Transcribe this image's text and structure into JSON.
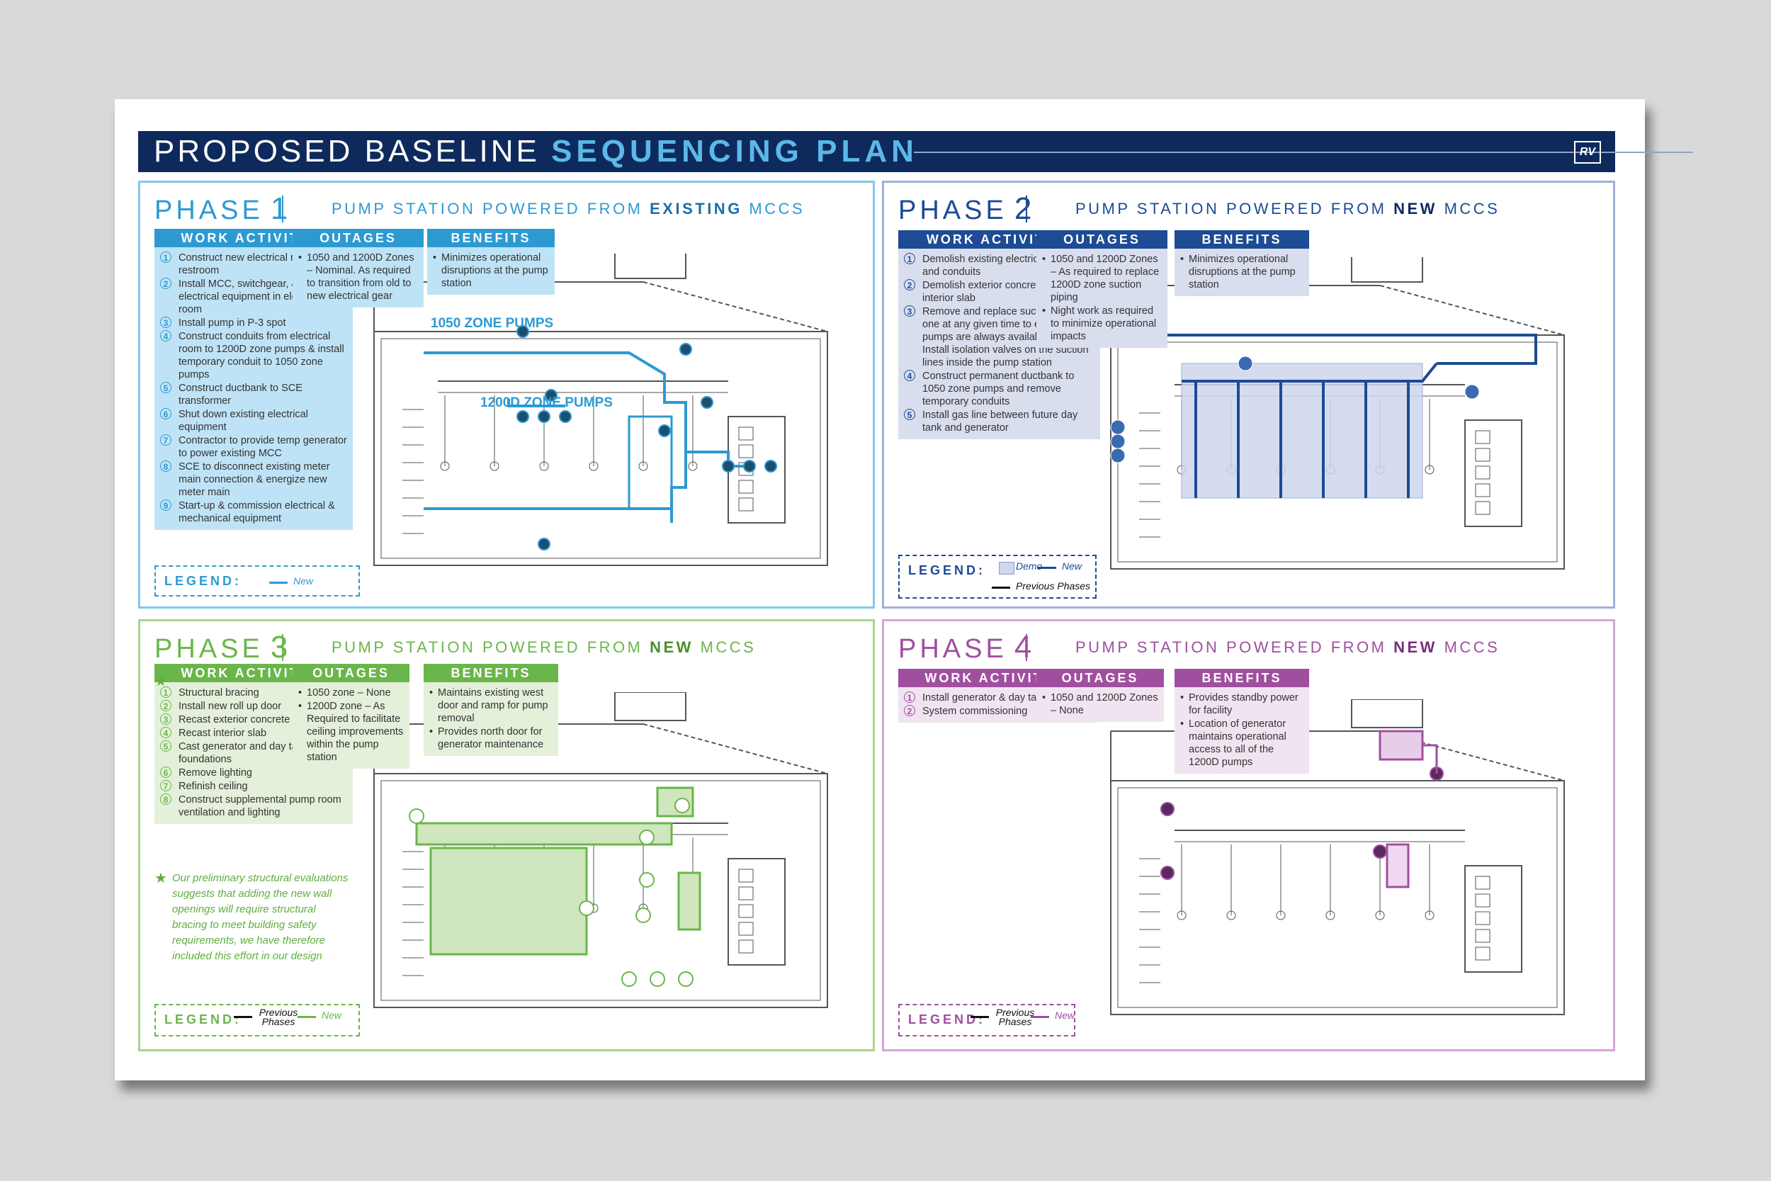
{
  "title": {
    "light": "PROPOSED BASELINE ",
    "bold": "SEQUENCING PLAN",
    "logo": "RV"
  },
  "phases": [
    {
      "title": "PHASE",
      "number": "1",
      "subtitle_pre": "PUMP STATION POWERED FROM ",
      "subtitle_bold": "EXISTING",
      "subtitle_post": " MCCS",
      "color": "#2c9ad1",
      "light": "#bfe3f6",
      "work_head": "WORK ACTIVITIES",
      "work": [
        "Construct new electrical room & restroom",
        "Install MCC, switchgear, & ancillary electrical equipment in electrical room",
        "Install pump in P-3 spot",
        "Construct conduits from electrical room to 1200D zone pumps & install temporary conduit to 1050 zone pumps",
        "Construct ductbank to SCE transformer",
        "Shut down existing electrical equipment",
        "Contractor to provide temp generator to power existing MCC",
        "SCE to disconnect existing meter main connection & energize new meter main",
        "Start-up & commission electrical & mechanical equipment"
      ],
      "outages_head": "OUTAGES",
      "outages": [
        "1050 and 1200D Zones – Nominal. As required to transition from old to new electrical gear"
      ],
      "benefits_head": "BENEFITS",
      "benefits": [
        "Minimizes operational disruptions at the pump station"
      ],
      "legend_label": "LEGEND:",
      "legend_items": [
        "New"
      ],
      "plan_labels": [
        "1050 ZONE PUMPS",
        "1200D ZONE PUMPS"
      ]
    },
    {
      "title": "PHASE",
      "number": "2",
      "subtitle_pre": "PUMP STATION POWERED FROM ",
      "subtitle_bold": "NEW",
      "subtitle_post": " MCCS",
      "color": "#1d4b94",
      "light": "#d9deee",
      "work_head": "WORK ACTIVITIES",
      "work": [
        "Demolish existing electrical panels and conduits",
        "Demolish exterior concrete and interior slab",
        "Remove and replace suction piping, one at any given time to ensure 3 pumps are always available for use. Install isolation valves on the suction lines inside the pump station",
        "Construct permanent ductbank to 1050 zone pumps and remove temporary conduits",
        "Install gas line between future day tank and generator"
      ],
      "outages_head": "OUTAGES",
      "outages": [
        "1050 and 1200D Zones – As required to replace 1200D zone suction piping",
        "Night work as required to minimize operational impacts"
      ],
      "benefits_head": "BENEFITS",
      "benefits": [
        "Minimizes operational disruptions at the pump station"
      ],
      "legend_label": "LEGEND:",
      "legend_items": [
        "Demo",
        "New",
        "Previous Phases"
      ]
    },
    {
      "title": "PHASE",
      "number": "3",
      "subtitle_pre": "PUMP STATION POWERED FROM ",
      "subtitle_bold": "NEW",
      "subtitle_post": " MCCS",
      "color": "#6ab64a",
      "light": "#e4f0da",
      "work_head": "WORK ACTIVITIES",
      "work": [
        "Structural bracing",
        "Install new roll up door",
        "Recast exterior concrete",
        "Recast interior slab",
        "Cast generator and day tank foundations",
        "Remove lighting",
        "Refinish ceiling",
        "Construct supplemental pump room ventilation and lighting"
      ],
      "outages_head": "OUTAGES",
      "outages": [
        "1050 zone – None",
        "1200D zone – As Required to facilitate ceiling improvements within the pump station"
      ],
      "benefits_head": "BENEFITS",
      "benefits": [
        "Maintains existing west door and ramp for pump removal",
        "Provides north door for generator maintenance"
      ],
      "note": "Our preliminary structural evaluations suggests that adding the new wall openings will require structural bracing to meet building safety requirements, we have therefore included this effort in our design",
      "legend_label": "LEGEND:",
      "legend_items": [
        "Previous Phases",
        "New"
      ]
    },
    {
      "title": "PHASE",
      "number": "4",
      "subtitle_pre": "PUMP STATION POWERED FROM ",
      "subtitle_bold": "NEW",
      "subtitle_post": " MCCS",
      "color": "#a04f9f",
      "light": "#f1e4f1",
      "work_head": "WORK ACTIVITIES",
      "work": [
        "Install generator & day tank",
        "System commissioning"
      ],
      "outages_head": "OUTAGES",
      "outages": [
        "1050 and 1200D Zones – None"
      ],
      "benefits_head": "BENEFITS",
      "benefits": [
        "Provides standby power for facility",
        "Location of generator maintains operational access to all of the 1200D pumps"
      ],
      "legend_label": "LEGEND:",
      "legend_items": [
        "Previous Phases",
        "New"
      ]
    }
  ]
}
